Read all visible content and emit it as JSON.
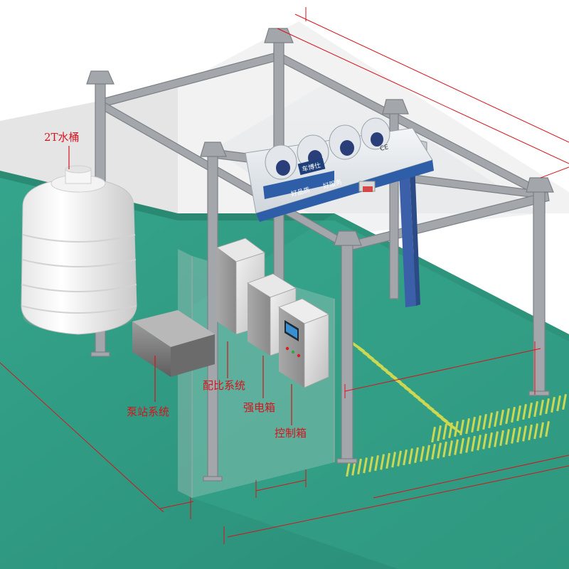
{
  "labels": {
    "tank": "2T水桶",
    "pump": "泵站系统",
    "mixing": "配比系统",
    "power": "强电箱",
    "control": "控制箱"
  },
  "machine": {
    "logo": "车博仕",
    "slogan_1": "好品质",
    "slogan_2": "好服务",
    "cert": "CE"
  },
  "colors": {
    "floor": "#2f9a82",
    "floor_dark": "#247a66",
    "frame": "#9a9ea3",
    "callout": "#d4141c",
    "stripe": "#e8e24a"
  }
}
